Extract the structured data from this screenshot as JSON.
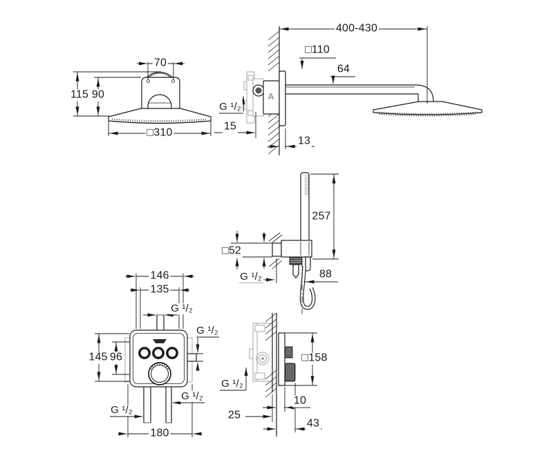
{
  "page": {
    "background": "#ffffff",
    "line_color": "#1a1a1a",
    "detail_color": "#9b9b9b",
    "description": "Installation dimension drawing of a concealed shower set: head shower front and side view, hand shower with holder, thermostat trim front and side view"
  },
  "views": {
    "head_front": {
      "dims": {
        "box_width": "70",
        "height_total": "115",
        "height_inner": "90",
        "head_width": "□310"
      }
    },
    "head_side": {
      "marker": "A",
      "dims": {
        "reach": "400-430",
        "wall_plate": "□110",
        "arm_size": "64",
        "thread": "G ¹/₂",
        "min_depth": "15",
        "plate_depth": "13"
      }
    },
    "hand_shower": {
      "dims": {
        "length": "257",
        "outlet": "□52",
        "thread": "G ¹/₂",
        "hose_clearance": "88"
      }
    },
    "valve_front": {
      "dims": {
        "width_outer": "146",
        "width_inner": "135",
        "thread_top": "G ¹/₂",
        "thread_right": "G ¹/₂",
        "height_outer": "145",
        "height_inner": "96",
        "thread_bottom_left": "G ¹/₂",
        "thread_bottom_right": "G ¹/₂",
        "width_bottom": "180"
      }
    },
    "valve_side": {
      "dims": {
        "plate": "□158",
        "projection": "10",
        "min_depth": "25",
        "max_depth": "43",
        "thread": "G ¹/₂"
      }
    }
  }
}
